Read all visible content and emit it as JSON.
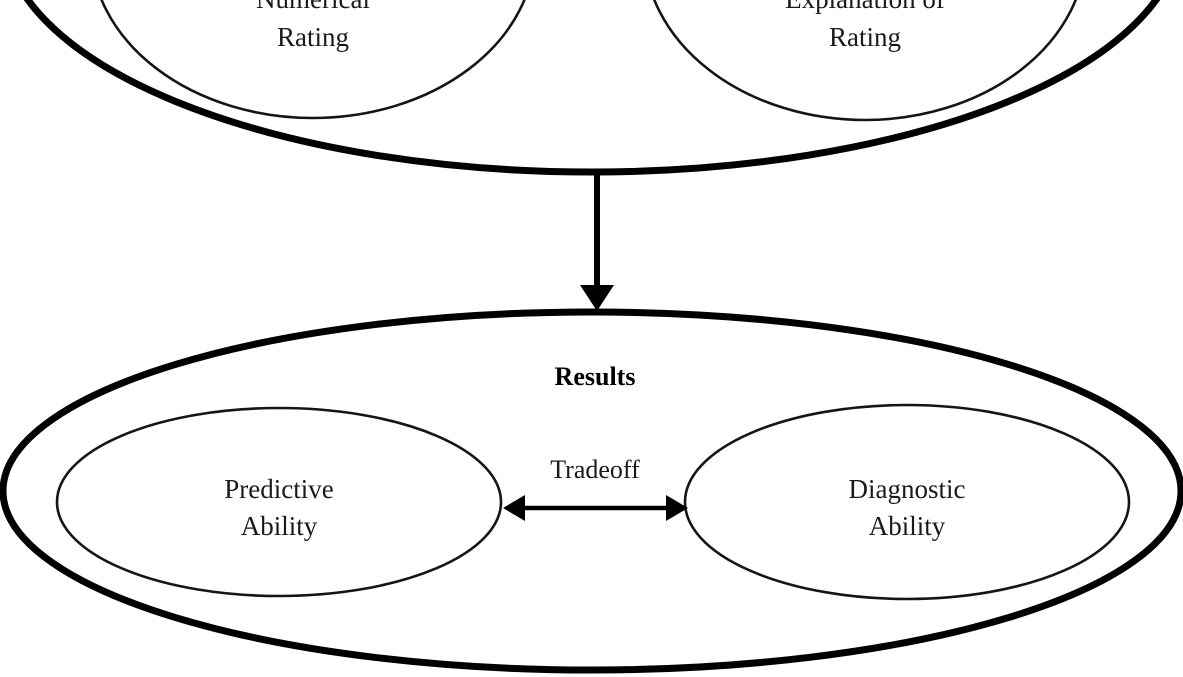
{
  "figure": {
    "background_color": "#ffffff",
    "stroke_color": "#000000",
    "text_color": "#1a1a1a"
  },
  "groups": [
    {
      "id": "inputs-group",
      "title": "",
      "note": "upper container ellipse, clipped by top of image"
    },
    {
      "id": "results-group",
      "title": "Results"
    }
  ],
  "nodes": {
    "numerical_rating": {
      "line1": "Numerical",
      "line2": "Rating"
    },
    "explanation_of_rating": {
      "line1": "Explanation of",
      "line2": "Rating"
    },
    "predictive_ability": {
      "line1": "Predictive",
      "line2": "Ability"
    },
    "diagnostic_ability": {
      "line1": "Diagnostic",
      "line2": "Ability"
    }
  },
  "edges": {
    "inputs_to_results": {
      "label": "",
      "direction": "down",
      "arrowheads": 1
    },
    "predictive_diagnostic": {
      "label": "Tradeoff",
      "direction": "bidirectional",
      "arrowheads": 2
    }
  }
}
